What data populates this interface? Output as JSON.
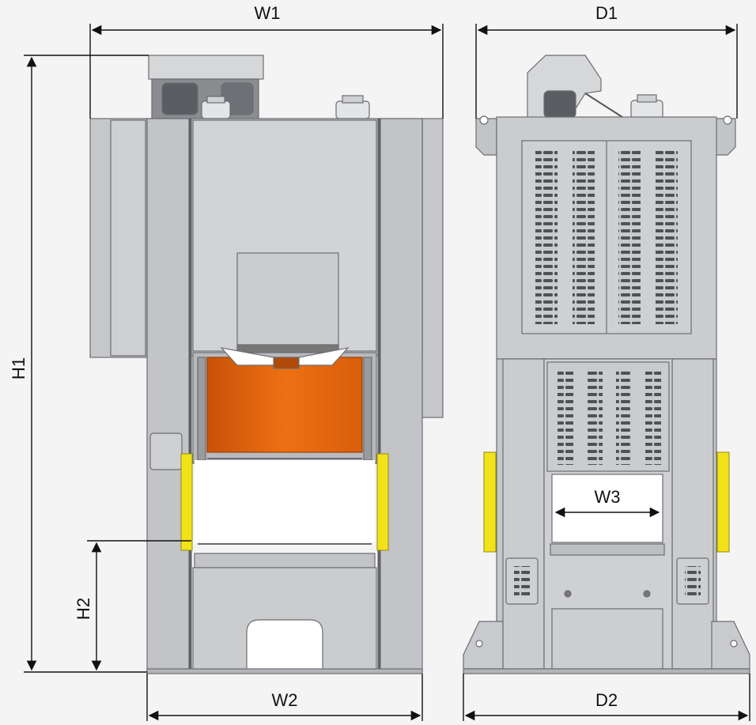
{
  "dimensions": {
    "w1": "W1",
    "w2": "W2",
    "w3": "W3",
    "d1": "D1",
    "d2": "D2",
    "h1": "H1",
    "h2": "H2"
  },
  "colors": {
    "frame": "#c9cacd",
    "frame_dark": "#a9aaae",
    "outline": "#6b6d72",
    "slide_orange": "#e0630c",
    "guard_yellow": "#f2e21a",
    "window_white": "#ffffff",
    "arrow": "#111111"
  },
  "icons": {
    "press_front": "press-front-view-icon",
    "press_side": "press-side-view-icon"
  }
}
